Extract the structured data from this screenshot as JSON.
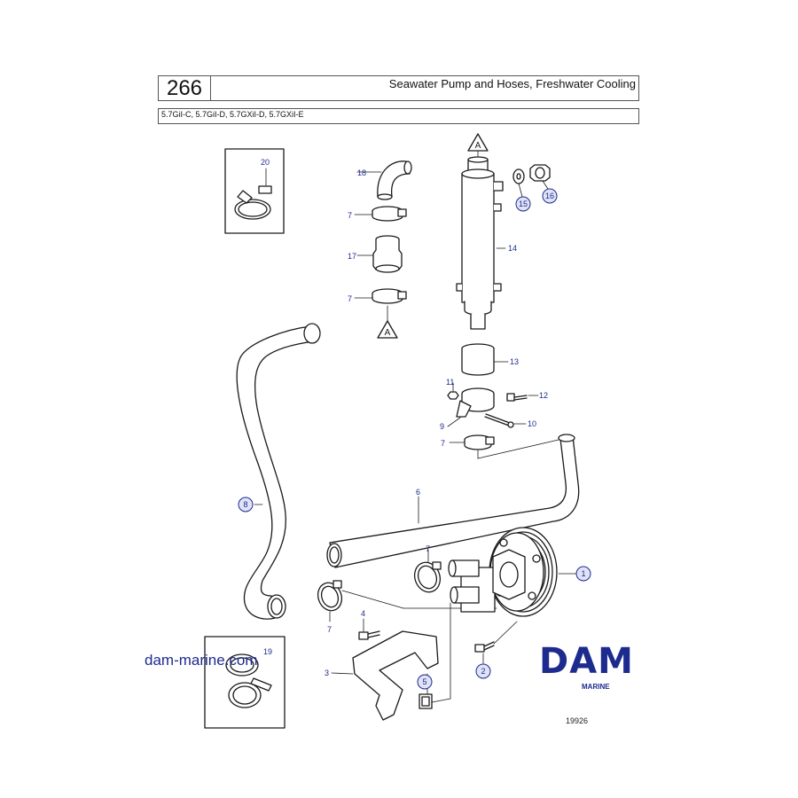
{
  "header": {
    "page_number": "266",
    "title": "Seawater Pump and Hoses, Freshwater Cooling",
    "models": "5.7GiI-C, 5.7GiI-D, 5.7GXiI-D, 5.7GXiI-E"
  },
  "watermark": {
    "url": "dam-marine.com",
    "brand": "DAM",
    "brand_sub": "MARINE"
  },
  "drawing_ref": "19926",
  "connector_label": "A",
  "callouts": {
    "p1": "1",
    "p2": "2",
    "p3": "3",
    "p4": "4",
    "p5": "5",
    "p6": "6",
    "p7a": "7",
    "p7b": "7",
    "p7c": "7",
    "p7d": "7",
    "p7e": "7",
    "p8": "8",
    "p9": "9",
    "p10": "10",
    "p11": "11",
    "p12": "12",
    "p13": "13",
    "p14": "14",
    "p15": "15",
    "p16": "16",
    "p17": "17",
    "p18": "18",
    "p19": "19",
    "p20": "20"
  },
  "colors": {
    "line": "#1a1a1a",
    "callout": "#1d2b8f",
    "circle_fill": "#dfe3f5",
    "brand": "#1d2b8f"
  }
}
